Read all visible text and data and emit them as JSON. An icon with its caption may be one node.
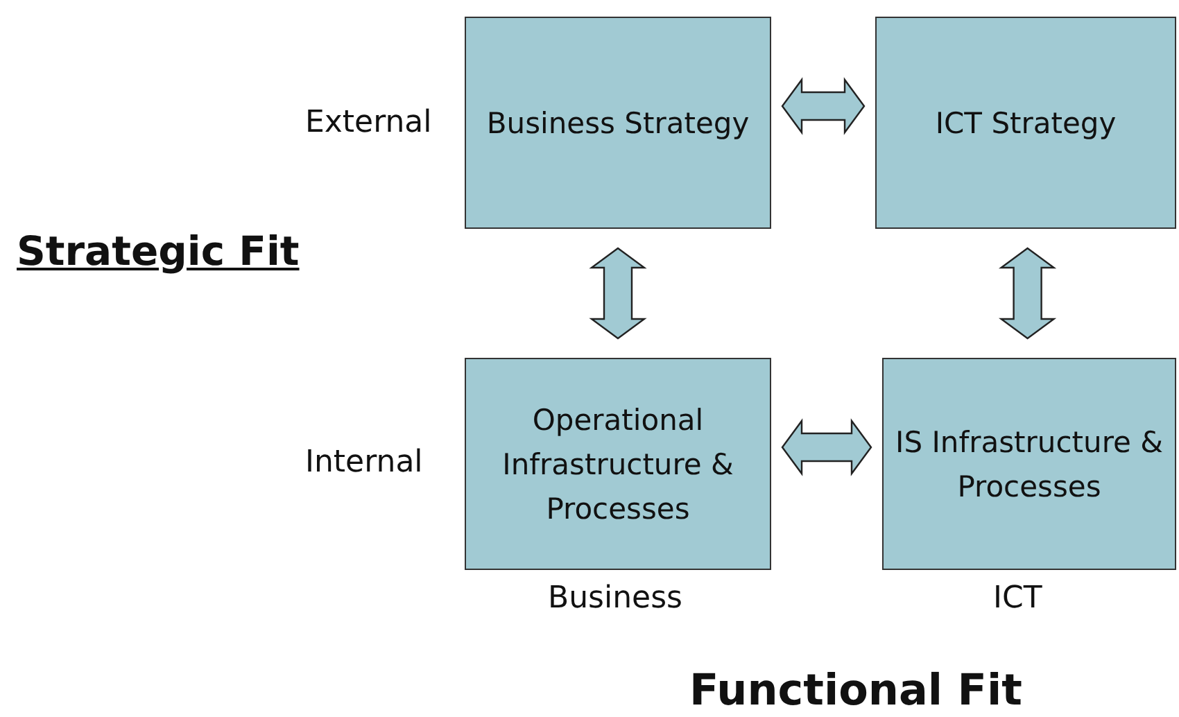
{
  "diagram": {
    "nodes": [
      {
        "text": [
          "Business Strategy"
        ]
      },
      {
        "text": [
          "ICT Strategy"
        ]
      },
      {
        "text": [
          "Operational Infrastructure & Processes"
        ]
      },
      {
        "text": [
          "IS Infrastructure & Processes"
        ]
      }
    ],
    "edges": [
      {
        "from": 0,
        "to": 1,
        "arrow": "both"
      },
      {
        "from": 0,
        "to": 2,
        "arrow": "both"
      },
      {
        "from": 1,
        "to": 3,
        "arrow": "both"
      },
      {
        "from": 2,
        "to": 3,
        "arrow": "both"
      }
    ],
    "labels": [
      "External",
      "Strategic Fit",
      "Internal",
      "Business",
      "ICT",
      "Functional Fit"
    ]
  }
}
